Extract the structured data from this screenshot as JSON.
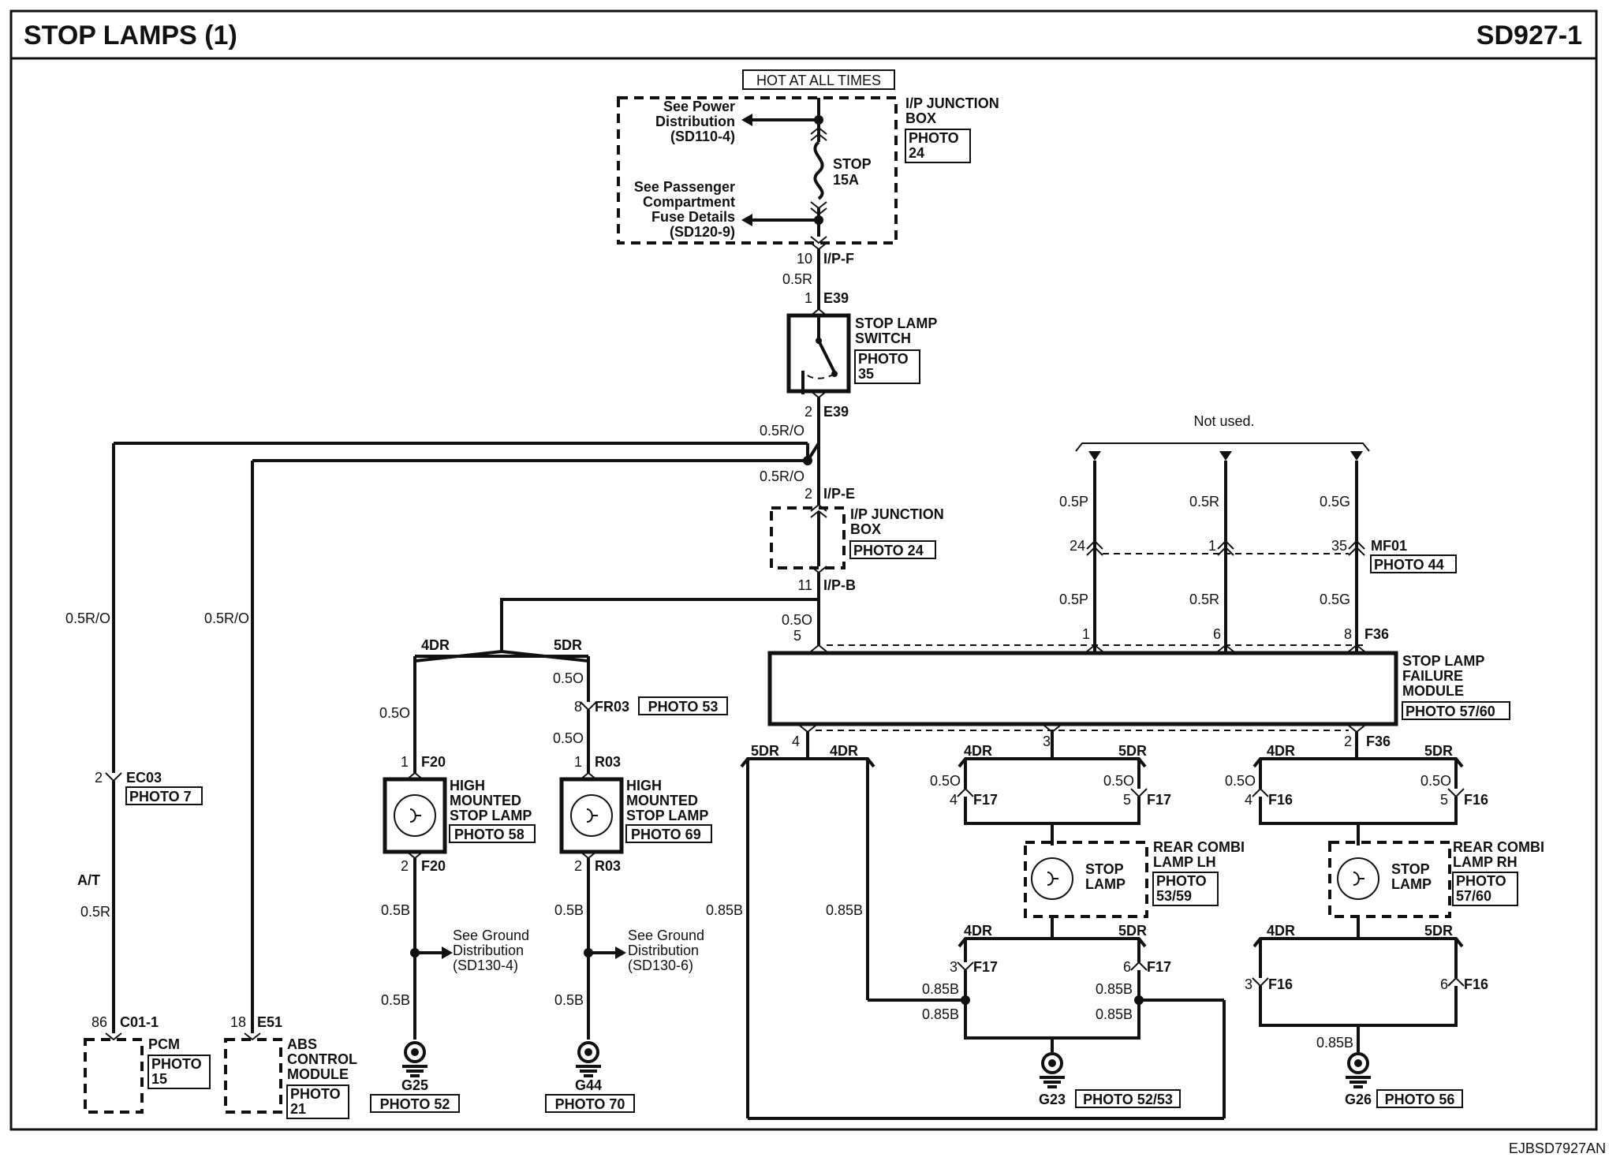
{
  "header": {
    "title": "STOP LAMPS (1)",
    "code": "SD927-1"
  },
  "footer": {
    "code": "EJBSD7927AN"
  },
  "power": {
    "hot_label": "HOT AT ALL TIMES",
    "jb_title_1": "I/P JUNCTION",
    "jb_title_2": "BOX",
    "photo_1": "PHOTO",
    "photo_2": "24",
    "ref1_1": "See Power",
    "ref1_2": "Distribution",
    "ref1_3": "(SD110-4)",
    "ref2_1": "See Passenger",
    "ref2_2": "Compartment",
    "ref2_3": "Fuse Details",
    "ref2_4": "(SD120-9)",
    "fuse_1": "STOP",
    "fuse_2": "15A",
    "pin": "10",
    "conn": "I/P-F",
    "wire": "0.5R"
  },
  "switch": {
    "pin_top": "1",
    "conn_top": "E39",
    "title_1": "STOP LAMP",
    "title_2": "SWITCH",
    "photo_1": "PHOTO",
    "photo_2": "35",
    "pin_bot": "2",
    "conn_bot": "E39",
    "wire_1": "0.5R/O",
    "wire_2": "0.5R/O"
  },
  "jb2": {
    "pin_top": "2",
    "conn_top": "I/P-E",
    "title_1": "I/P JUNCTION",
    "title_2": "BOX",
    "photo": "PHOTO 24",
    "pin_bot": "11",
    "conn_bot": "I/P-B"
  },
  "pcm_branch": {
    "wire_1": "0.5R/O",
    "pin_ec": "2",
    "conn_ec": "EC03",
    "photo_ec": "PHOTO 7",
    "at": "A/T",
    "wire_2": "0.5R",
    "pin": "86",
    "conn": "C01-1",
    "title": "PCM",
    "photo_1": "PHOTO",
    "photo_2": "15"
  },
  "abs_branch": {
    "wire": "0.5R/O",
    "pin": "18",
    "conn": "E51",
    "title_1": "ABS",
    "title_2": "CONTROL",
    "title_3": "MODULE",
    "photo_1": "PHOTO",
    "photo_2": "21"
  },
  "hmsl": {
    "split_l": "4DR",
    "split_r": "5DR",
    "l_wire_1": "0.5O",
    "l_pin_top": "1",
    "l_conn_top": "F20",
    "l_title_1": "HIGH",
    "l_title_2": "MOUNTED",
    "l_title_3": "STOP LAMP",
    "l_photo": "PHOTO 58",
    "l_pin_bot": "2",
    "l_conn_bot": "F20",
    "l_wire_2": "0.5B",
    "l_gref_1": "See Ground",
    "l_gref_2": "Distribution",
    "l_gref_3": "(SD130-4)",
    "l_wire_3": "0.5B",
    "l_ground": "G25",
    "l_gphoto": "PHOTO 52",
    "r_wire_1": "0.5O",
    "r_pin_fr": "8",
    "r_conn_fr": "FR03",
    "r_photo_fr": "PHOTO 53",
    "r_wire_2": "0.5O",
    "r_pin_top": "1",
    "r_conn_top": "R03",
    "r_title_1": "HIGH",
    "r_title_2": "MOUNTED",
    "r_title_3": "STOP LAMP",
    "r_photo": "PHOTO 69",
    "r_pin_bot": "2",
    "r_conn_bot": "R03",
    "r_wire_3": "0.5B",
    "r_gref_1": "See Ground",
    "r_gref_2": "Distribution",
    "r_gref_3": "(SD130-6)",
    "r_wire_4": "0.5B",
    "r_ground": "G44",
    "r_gphoto": "PHOTO 70"
  },
  "module": {
    "not_used": "Not used.",
    "w1": "0.5P",
    "w2": "0.5R",
    "w3": "0.5G",
    "p1": "24",
    "p2": "1",
    "p3": "35",
    "mf_conn": "MF01",
    "mf_photo": "PHOTO 44",
    "w4": "0.5P",
    "w5": "0.5R",
    "w6": "0.5G",
    "wire_in": "0.5O",
    "pin_in": "5",
    "q1": "1",
    "q2": "6",
    "q3": "8",
    "conn_top": "F36",
    "title_1": "STOP LAMP",
    "title_2": "FAILURE",
    "title_3": "MODULE",
    "photo": "PHOTO 57/60",
    "out_pin_1": "4",
    "out_pin_2": "3",
    "out_pin_3": "2",
    "conn_bot": "F36"
  },
  "lh": {
    "s5": "5DR",
    "s4": "4DR",
    "t4": "4DR",
    "t5": "5DR",
    "w1": "0.5O",
    "w2": "0.5O",
    "p1": "4",
    "c1": "F17",
    "p2": "5",
    "c2": "F17",
    "lamp_1": "STOP",
    "lamp_2": "LAMP",
    "title_1": "REAR COMBI",
    "title_2": "LAMP LH",
    "photo_1": "PHOTO",
    "photo_2": "53/59",
    "b4": "4DR",
    "b5": "5DR",
    "p3": "3",
    "c3": "F17",
    "p4": "6",
    "c4": "F17",
    "wl1": "0.85B",
    "wl2": "0.85B",
    "wa": "0.85B",
    "wb": "0.85B",
    "wc": "0.85B",
    "wd": "0.85B",
    "ground": "G23",
    "gphoto": "PHOTO 52/53"
  },
  "rh": {
    "t4": "4DR",
    "t5": "5DR",
    "w1": "0.5O",
    "w2": "0.5O",
    "p1": "4",
    "c1": "F16",
    "p2": "5",
    "c2": "F16",
    "lamp_1": "STOP",
    "lamp_2": "LAMP",
    "title_1": "REAR COMBI",
    "title_2": "LAMP RH",
    "photo_1": "PHOTO",
    "photo_2": "57/60",
    "b4": "4DR",
    "b5": "5DR",
    "p3": "3",
    "c3": "F16",
    "p4": "6",
    "c4": "F16",
    "wg": "0.85B",
    "ground": "G26",
    "gphoto": "PHOTO 56"
  }
}
